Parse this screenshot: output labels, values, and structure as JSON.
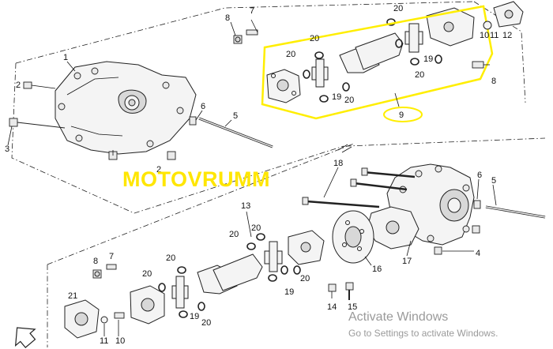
{
  "watermark": "MOTOVRUMM",
  "activation": {
    "title": "Activate Windows",
    "subtitle": "Go to Settings to activate Windows."
  },
  "colors": {
    "highlight": "#ffee00",
    "watermark": "#ffe600",
    "line": "#222222",
    "activation_text": "#9a9a9a"
  },
  "icons": {
    "direction_arrow": "arrow-icon"
  },
  "callouts": [
    "1",
    "2",
    "2",
    "3",
    "5",
    "6",
    "7",
    "8",
    "8",
    "9",
    "10",
    "11",
    "12",
    "20",
    "20",
    "20",
    "20",
    "20",
    "19",
    "19",
    "5",
    "6",
    "4",
    "17",
    "18",
    "16",
    "13",
    "20",
    "20",
    "20",
    "20",
    "20",
    "20",
    "19",
    "19",
    "8",
    "7",
    "21",
    "10",
    "11",
    "14",
    "15"
  ]
}
